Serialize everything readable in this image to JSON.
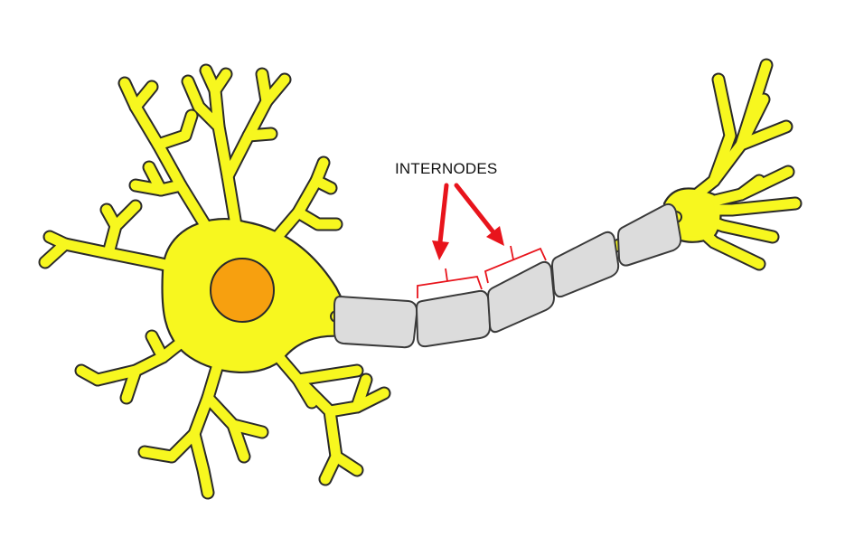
{
  "label": "INTERNODES",
  "colors": {
    "cell_fill": "#f7f71f",
    "nucleus": "#f7a00f",
    "myelin": "#dcdcdc",
    "annotation": "#e8141c",
    "outline": "#2a2a2a"
  },
  "icons": [
    "neuron-illustration",
    "arrow",
    "bracket"
  ]
}
